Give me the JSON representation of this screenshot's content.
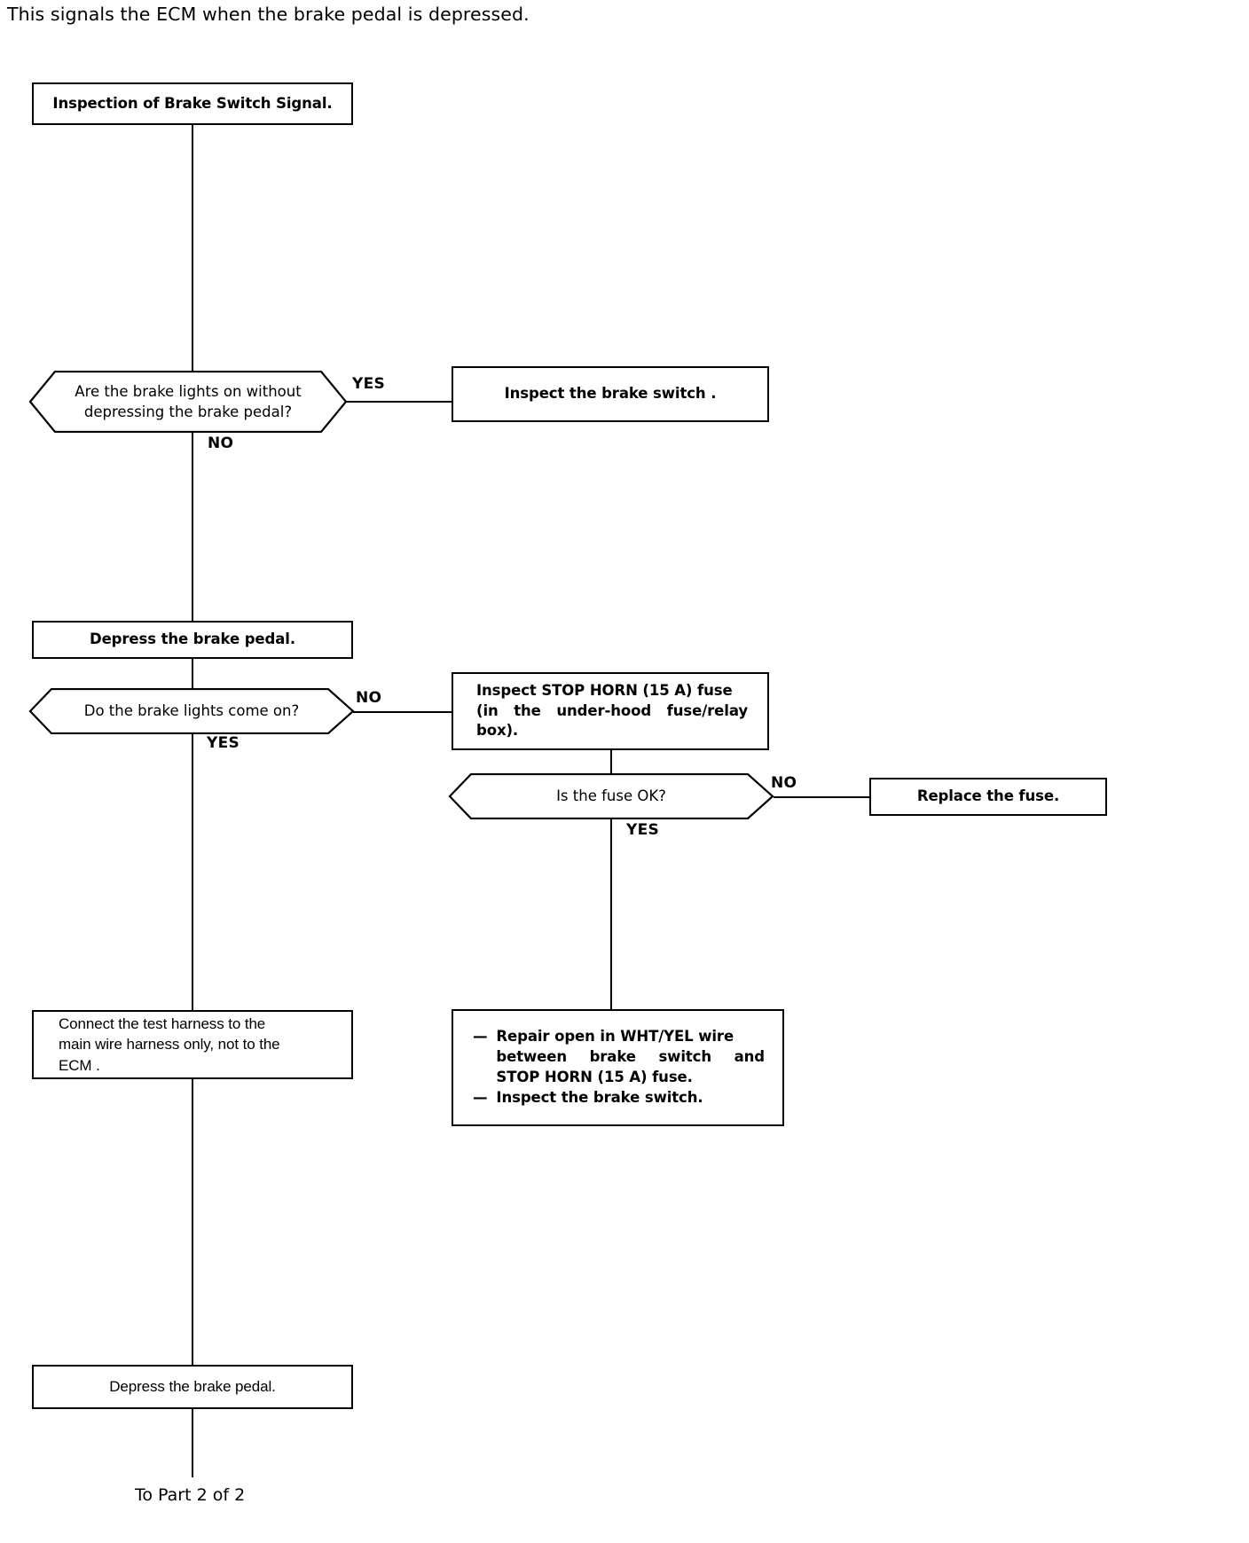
{
  "document": {
    "intro_text": "This signals the ECM when the brake pedal is depressed.",
    "footer_text": "To Part 2 of 2"
  },
  "flowchart": {
    "type": "diagnostic-flowchart",
    "title": "Inspection of Brake Switch Signal.",
    "nodes": [
      {
        "id": "start",
        "kind": "process",
        "text": "Inspection of Brake Switch Signal."
      },
      {
        "id": "q1",
        "kind": "decision",
        "line1": "Are the brake lights on without",
        "line2": "depressing the brake pedal?",
        "yes_label": "YES",
        "no_label": "NO"
      },
      {
        "id": "inspect_switch",
        "kind": "process",
        "text": "Inspect the brake switch ."
      },
      {
        "id": "depress1",
        "kind": "process",
        "text": "Depress the brake pedal."
      },
      {
        "id": "q2",
        "kind": "decision",
        "line1": "Do the brake lights come on?",
        "yes_label": "YES",
        "no_label": "NO"
      },
      {
        "id": "inspect_fuse",
        "kind": "process",
        "line1": "Inspect STOP HORN (15 A) fuse",
        "line2": "(in the under-hood fuse/relay",
        "line3": "box)."
      },
      {
        "id": "q3",
        "kind": "decision",
        "line1": "Is the fuse OK?",
        "yes_label": "YES",
        "no_label": "NO"
      },
      {
        "id": "replace_fuse",
        "kind": "process",
        "text": "Replace the fuse."
      },
      {
        "id": "connect_harness",
        "kind": "process",
        "line1": "Connect the test harness to the",
        "line2": "main wire harness only, not to the",
        "line3": "ECM ."
      },
      {
        "id": "repair_open",
        "kind": "process",
        "bullet1_dash": "—",
        "bullet1_line1": "Repair open in WHT/YEL wire",
        "bullet1_line2": "between brake switch and",
        "bullet1_line3": "STOP HORN (15 A) fuse.",
        "bullet2_dash": "—",
        "bullet2_text": "Inspect the brake switch."
      },
      {
        "id": "depress2",
        "kind": "process",
        "text": "Depress the brake pedal."
      }
    ]
  },
  "colors": {
    "stroke": "#000000",
    "background": "#ffffff"
  }
}
